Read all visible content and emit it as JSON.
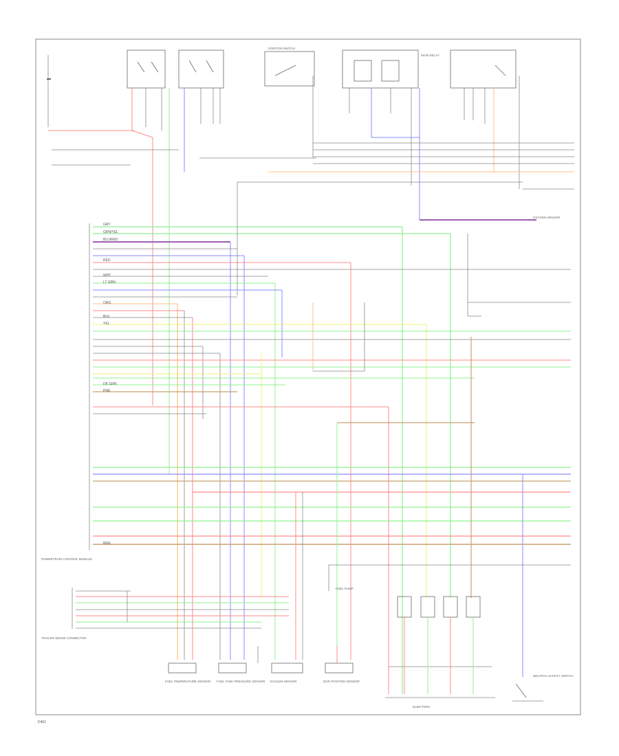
{
  "diagram": {
    "page_ref": "D461",
    "component_labels": {
      "ecm_connector": "POWERTRAIN CONTROL MODULE",
      "trailer_connector": "TRAILER SENSE CONNECTOR",
      "sensor_fuel_temp": "FUEL TEMPERATURE SENSOR",
      "sensor_tank_pressure": "FUEL TANK PRESSURE SENSOR",
      "sensor_vacuum": "VACUUM SENSOR",
      "sensor_egr": "EGR POSITION SENSOR",
      "injector_block": "INJECTORS",
      "fuel_pump": "FUEL PUMP",
      "main_relay": "MAIN RELAY",
      "oxygen_sensor": "OXYGEN SENSOR",
      "ignition_switch": "IGNITION SWITCH",
      "neutral_switch": "NEUTRAL SAFETY SWITCH"
    },
    "wire_labels": {
      "gry": "GRY",
      "grn_yel": "GRN/YEL",
      "blu_red": "BLU/RED",
      "red": "RED",
      "blk": "BLK",
      "org": "ORG",
      "yel": "YEL",
      "brn": "BRN",
      "wht": "WHT",
      "lt_grn": "LT GRN",
      "dk_grn": "DK GRN",
      "pnk": "PNK"
    }
  },
  "colors": {
    "red": "#ff8a8a",
    "green": "#8ef08e",
    "blue": "#8a8aff",
    "purple": "#9c5fb0",
    "orange": "#ffbf80",
    "yellow": "#f0f07a",
    "brown": "#c8a070",
    "black": "#666666",
    "gray": "#b0b0b0"
  }
}
